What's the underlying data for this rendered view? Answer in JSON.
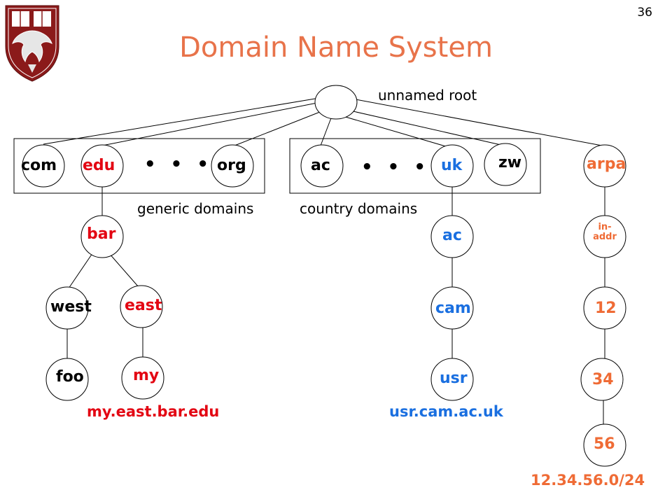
{
  "page_number": "36",
  "title": "Domain Name System",
  "annotations": {
    "root": "unnamed root",
    "generic": "generic domains",
    "country": "country domains"
  },
  "ellipsis": "• • •",
  "nodes": {
    "com": "com",
    "edu": "edu",
    "org": "org",
    "ac_top": "ac",
    "uk": "uk",
    "zw": "zw",
    "arpa": "arpa",
    "bar": "bar",
    "west": "west",
    "east": "east",
    "foo": "foo",
    "my": "my",
    "ac_uk": "ac",
    "cam": "cam",
    "usr": "usr",
    "in_addr": "in-\naddr",
    "n12": "12",
    "n34": "34",
    "n56": "56"
  },
  "fqdn": {
    "edu_path": "my.east.bar.edu",
    "uk_path": "usr.cam.ac.uk",
    "arpa_path": "12.34.56.0/24"
  },
  "colors": {
    "title": "#e8734a",
    "edu_path": "#e30613",
    "uk_path": "#1a6fe0",
    "arpa_path": "#ef6b35"
  }
}
